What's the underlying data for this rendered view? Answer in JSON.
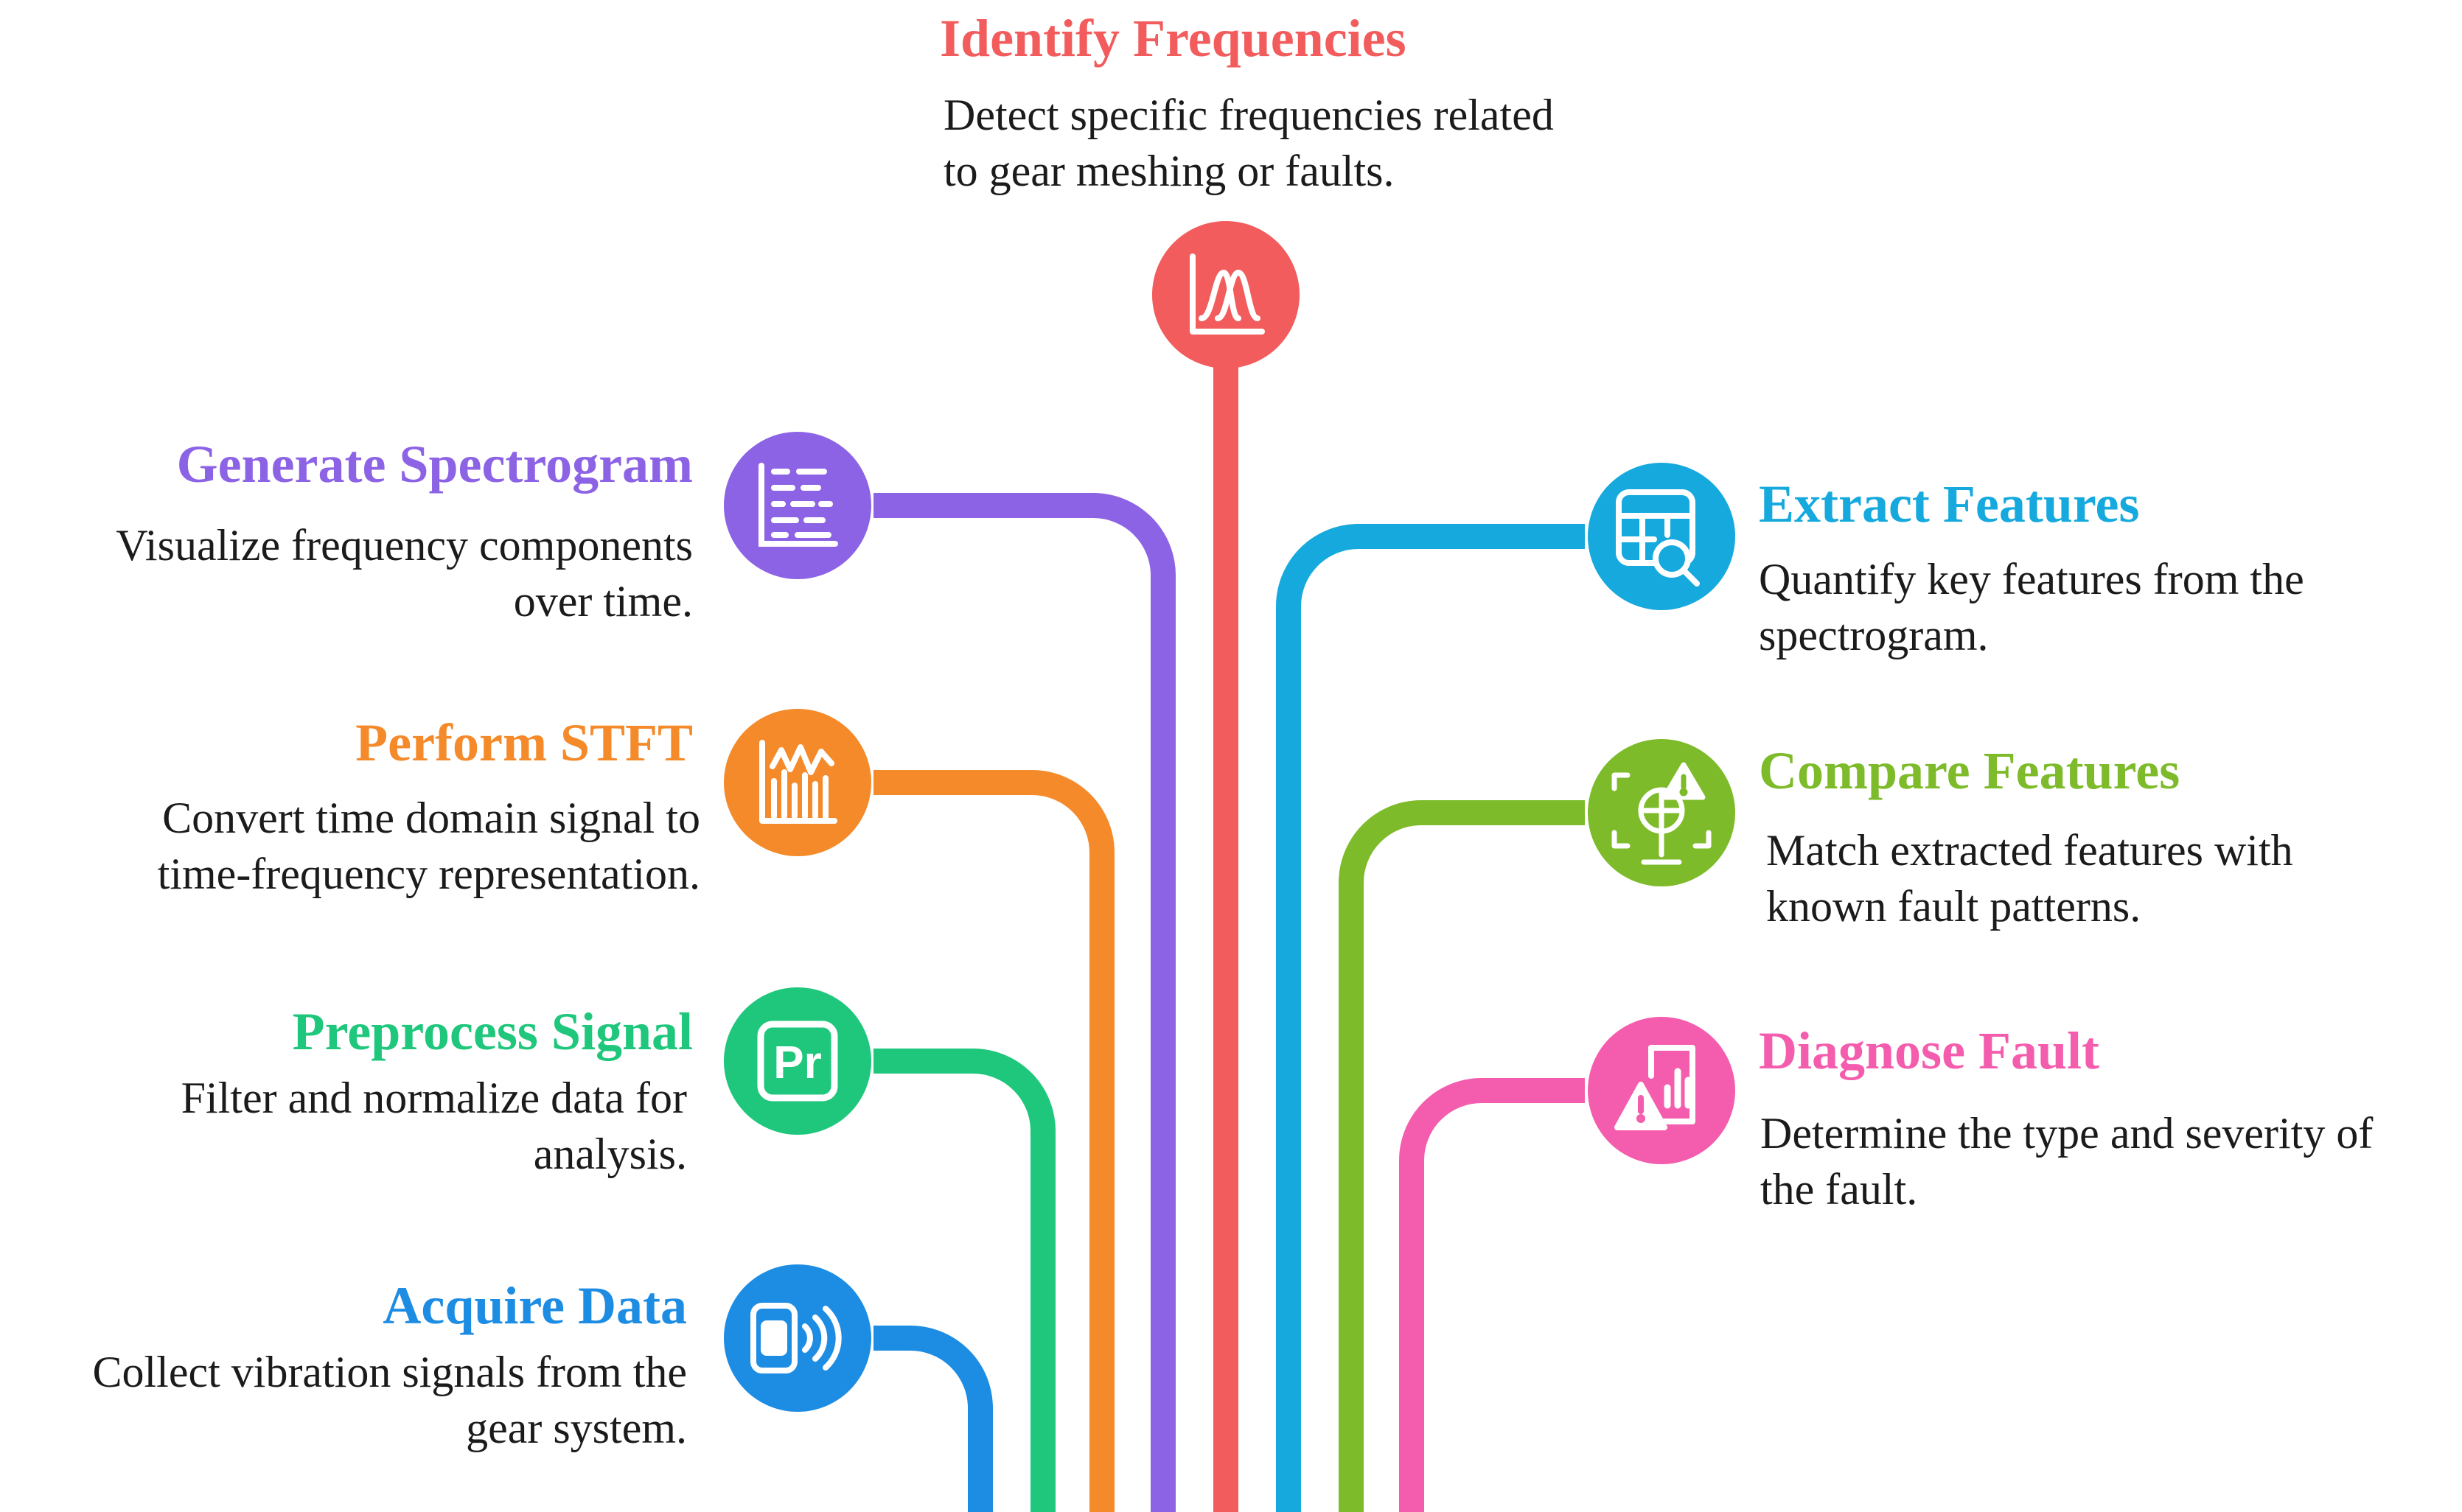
{
  "colors": {
    "red": "#F25C5C",
    "purple": "#8D63E6",
    "orange": "#F58A2B",
    "green": "#1FC77C",
    "blue": "#1D8CE3",
    "cyan": "#15A9DE",
    "lime": "#7DBB2A",
    "pink": "#F45DAD"
  },
  "steps": {
    "identify": {
      "title": "Identify Frequencies",
      "desc": [
        "Detect specific frequencies related",
        "to gear meshing or faults."
      ],
      "icon": "gaussian-peaks-icon",
      "color": "#F25C5C"
    },
    "spectrogram": {
      "title": "Generate Spectrogram",
      "desc": [
        "Visualize frequency components",
        "over time."
      ],
      "icon": "spectrogram-icon",
      "color": "#8D63E6"
    },
    "stft": {
      "title": "Perform STFT",
      "desc": [
        "Convert time domain signal to",
        "time-frequency representation."
      ],
      "icon": "waveform-bars-icon",
      "color": "#F58A2B"
    },
    "preprocess": {
      "title": "Preprocess Signal",
      "desc": [
        "Filter and normalize data for",
        "analysis."
      ],
      "icon": "pr-icon",
      "icon_text": "Pr",
      "color": "#1FC77C"
    },
    "acquire": {
      "title": "Acquire Data",
      "desc": [
        "Collect vibration signals from the",
        "gear system."
      ],
      "icon": "vibration-sensor-icon",
      "color": "#1D8CE3"
    },
    "extract": {
      "title": "Extract Features",
      "desc": [
        "Quantify key features from the",
        "spectrogram."
      ],
      "icon": "table-search-icon",
      "color": "#15A9DE"
    },
    "compare": {
      "title": "Compare Features",
      "desc": [
        "Match extracted features with",
        "known fault patterns."
      ],
      "icon": "compare-alert-icon",
      "color": "#7DBB2A"
    },
    "diagnose": {
      "title": "Diagnose Fault",
      "desc": [
        "Determine the type and severity of",
        "the fault."
      ],
      "icon": "diagnose-alert-icon",
      "color": "#F45DAD"
    }
  }
}
